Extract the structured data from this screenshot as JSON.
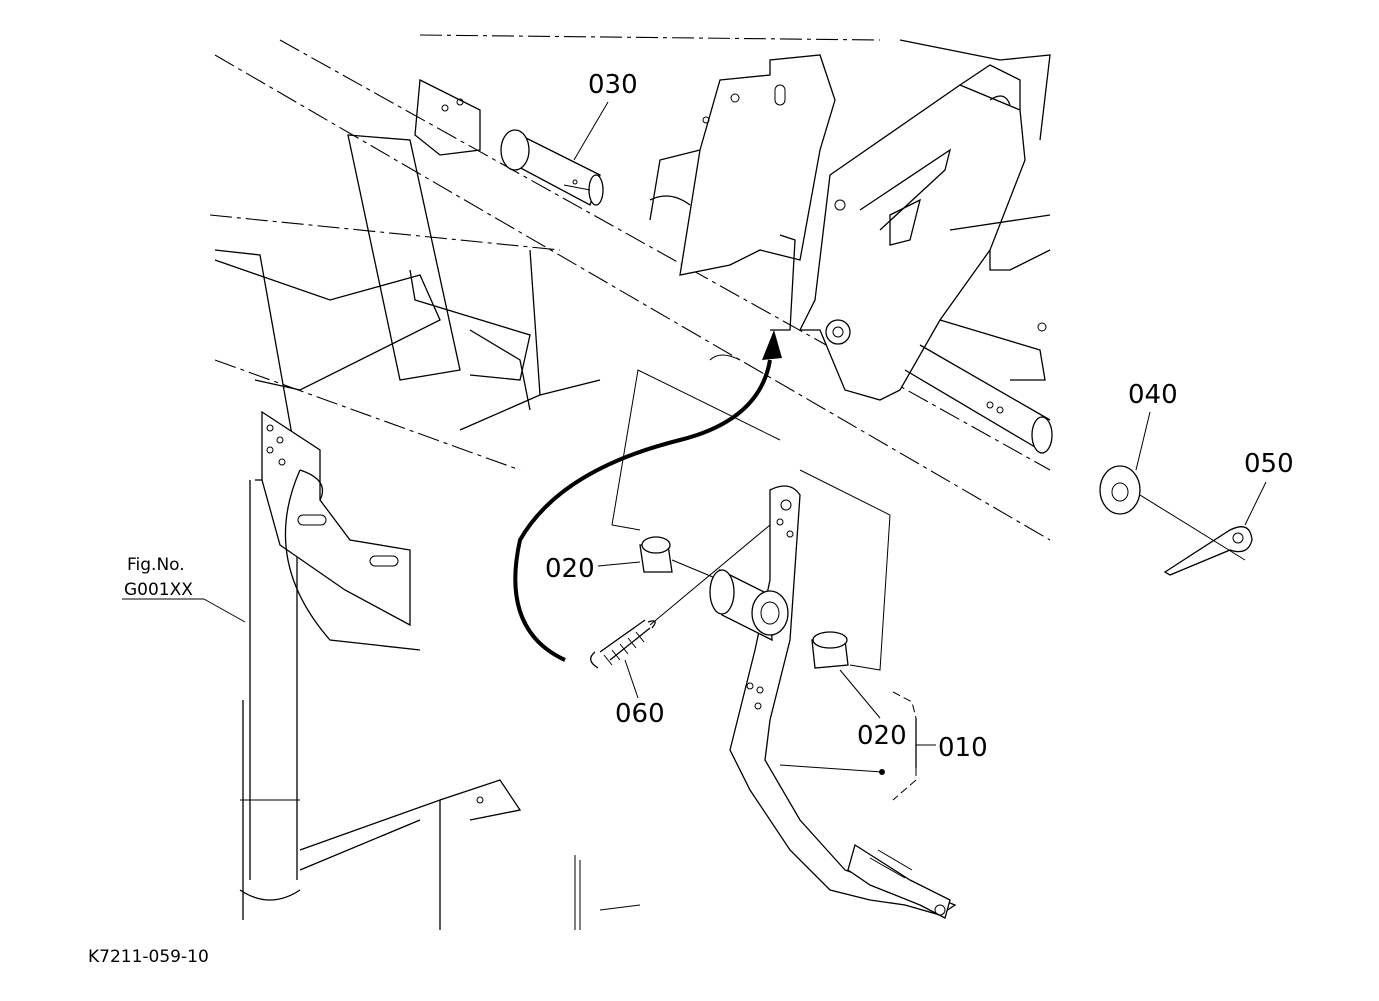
{
  "callouts": {
    "c030": "030",
    "c040": "040",
    "c050": "050",
    "c020a": "020",
    "c020b": "020",
    "c060": "060",
    "c010": "010"
  },
  "reference": {
    "fig_label": "Fig.No.",
    "fig_code": "G001XX"
  },
  "drawing_code": "K7211-059-10"
}
